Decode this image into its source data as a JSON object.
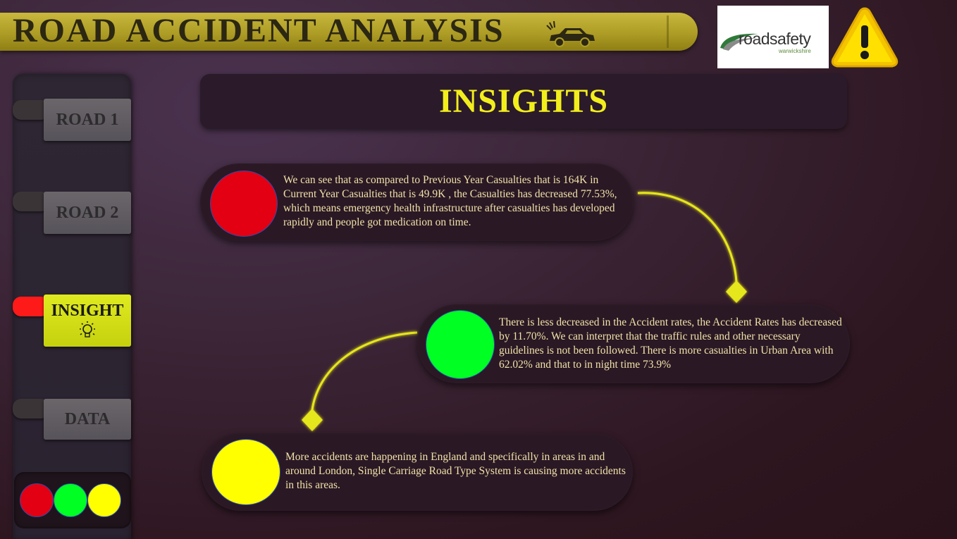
{
  "header": {
    "title": "ROAD  ACCIDENT  ANALYSIS",
    "logo": {
      "brand_road": "road",
      "brand_safety": "safety",
      "subtitle": "warwickshire"
    }
  },
  "sidebar": {
    "items": [
      {
        "label": "ROAD 1",
        "active": false
      },
      {
        "label": "ROAD 2",
        "active": false
      },
      {
        "label": "INSIGHT",
        "active": true
      },
      {
        "label": "DATA",
        "active": false
      }
    ],
    "traffic_light_colors": [
      "#e30012",
      "#00ff22",
      "#ffff00"
    ]
  },
  "page": {
    "title": "INSIGHTS"
  },
  "insights": [
    {
      "color": "#e30012",
      "text": "We can see that as compared to Previous Year Casualties that is 164K in Current Year Casualties that is 49.9K , the Casualties has decreased 77.53%, which means emergency health infrastructure after casualties has developed rapidly and people got medication on time."
    },
    {
      "color": "#00ff22",
      "text": "There is less decreased in the Accident rates, the Accident Rates has decreased by 11.70%. We can interpret that the traffic rules and other necessary guidelines is not been followed. There is more casualties in Urban Area with 62.02% and that to in night time 73.9%"
    },
    {
      "color": "#ffff00",
      "text": "More accidents are happening in England and specifically in areas in and around London, Single Carriage Road Type System is causing more accidents in this areas."
    }
  ],
  "colors": {
    "accent_yellow": "#f2ee1c",
    "banner_gold": "#ad9c25",
    "active_tab": "#ff1a1a",
    "active_button": "#d4df16",
    "text_cream": "#f0e2aa"
  }
}
